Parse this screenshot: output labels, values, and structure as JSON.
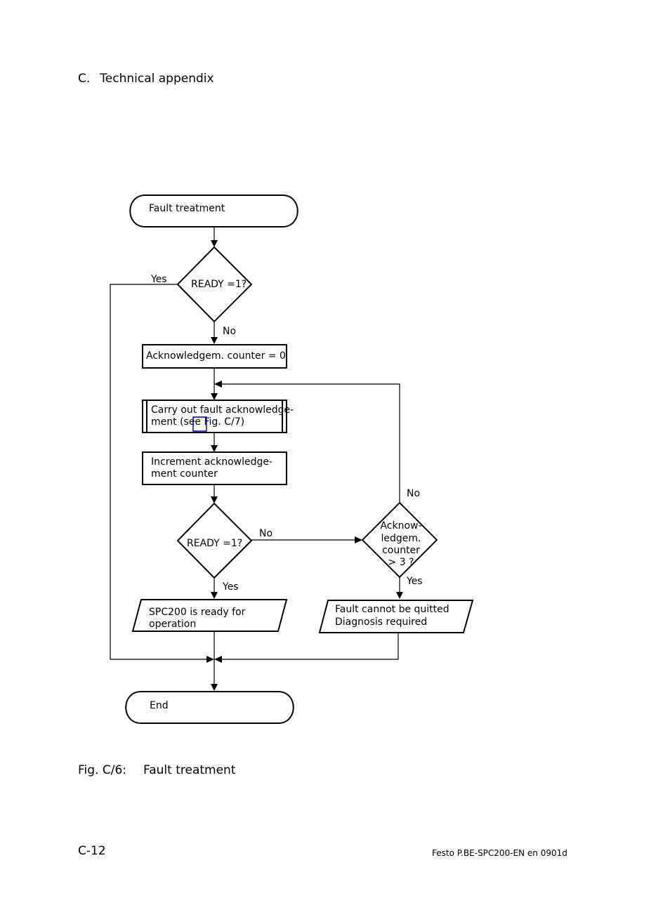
{
  "header": {
    "section": "C.",
    "title": "Technical appendix"
  },
  "flowchart": {
    "start": "Fault treatment",
    "decision1": "READY =1?",
    "decision1_yes": "Yes",
    "decision1_no": "No",
    "step_reset": "Acknowledgem. counter = 0",
    "step_ack_line1": "Carry out fault acknowledge-",
    "step_ack_line2": "ment (see Fig. C/7)",
    "step_increment_line1": "Increment acknowledge-",
    "step_increment_line2": "ment counter",
    "decision2": "READY =1?",
    "decision2_yes": "Yes",
    "decision2_no": "No",
    "decision3_line1": "Acknow-",
    "decision3_line2": "ledgem.",
    "decision3_line3": "counter",
    "decision3_line4": "> 3 ?",
    "decision3_yes": "Yes",
    "decision3_no": "No",
    "output_ready_line1": "SPC200 is ready for",
    "output_ready_line2": "operation",
    "output_fault_line1": "Fault cannot be quitted",
    "output_fault_line2": "Diagnosis required",
    "end": "End"
  },
  "caption": {
    "number": "Fig. C/6:",
    "title": "Fault treatment"
  },
  "footer": {
    "page": "C-12",
    "doc": "Festo  P.BE-SPC200-EN  en 0901d"
  }
}
